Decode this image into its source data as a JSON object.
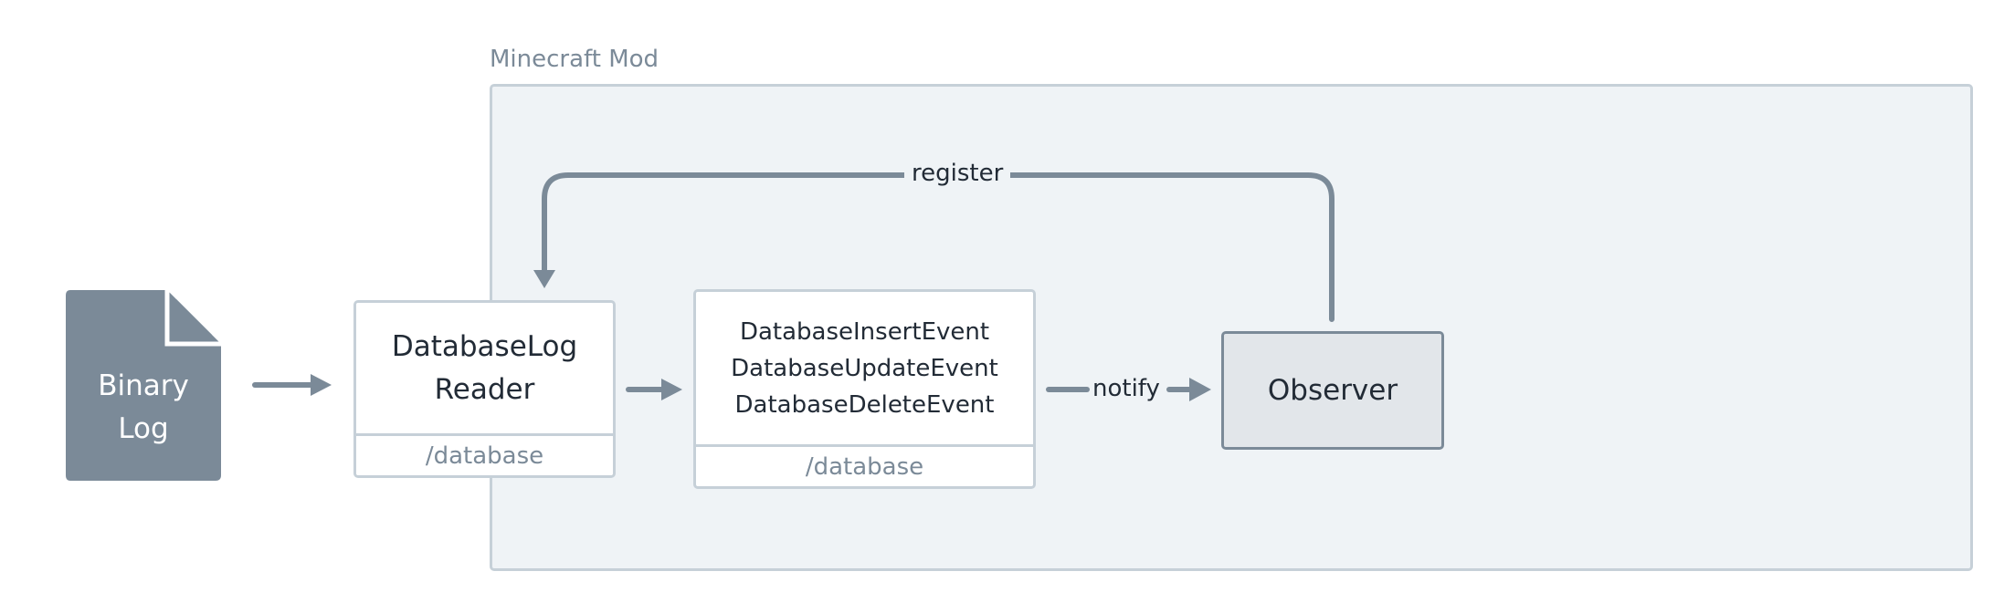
{
  "group": {
    "label": "Minecraft Mod"
  },
  "file": {
    "line1": "Binary",
    "line2": "Log"
  },
  "reader": {
    "line1": "DatabaseLog",
    "line2": "Reader",
    "sub": "/database"
  },
  "events": {
    "line1": "DatabaseInsertEvent",
    "line2": "DatabaseUpdateEvent",
    "line3": "DatabaseDeleteEvent",
    "sub": "/database"
  },
  "observer": {
    "label": "Observer"
  },
  "edges": {
    "register": "register",
    "notify": "notify"
  },
  "colors": {
    "group_fill": "#eff3f6",
    "border": "#c6d0d8",
    "arrow": "#7b8a98",
    "file_fill": "#7b8a98",
    "observer_fill": "#e2e6ea",
    "text": "#222b36"
  }
}
